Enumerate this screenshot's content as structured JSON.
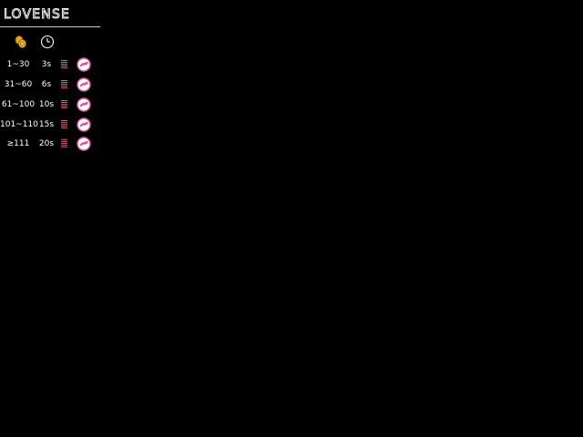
{
  "brand": {
    "name": "LOVENSE",
    "color": "#ffffff"
  },
  "header": {
    "tokens_icon": "coin-stack-icon",
    "duration_icon": "clock-icon"
  },
  "levels": [
    {
      "range": "1~30",
      "duration": "3s",
      "strength_bars": 1,
      "toy_icon": "toy-icon"
    },
    {
      "range": "31~60",
      "duration": "6s",
      "strength_bars": 2,
      "toy_icon": "toy-icon"
    },
    {
      "range": "61~100",
      "duration": "10s",
      "strength_bars": 3,
      "toy_icon": "toy-icon"
    },
    {
      "range": "101~110",
      "duration": "15s",
      "strength_bars": 4,
      "toy_icon": "toy-icon"
    },
    {
      "range": "≥111",
      "duration": "20s",
      "strength_bars": 5,
      "toy_icon": "toy-icon"
    }
  ],
  "colors": {
    "background": "#000000",
    "coin": "#e6a817",
    "bar_active": "#ff2d6f",
    "bar_inactive": "#8a8a8a",
    "toy_pink": "#e0509a"
  }
}
